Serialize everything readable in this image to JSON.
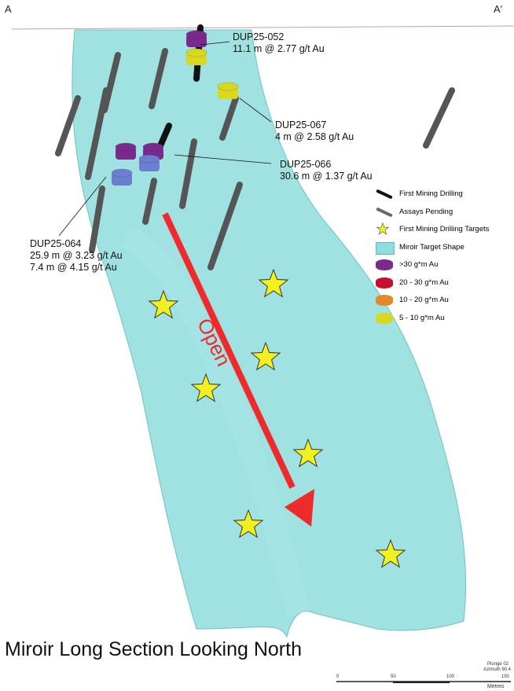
{
  "corners": {
    "left": "A",
    "right": "A′"
  },
  "title": "Miroir Long Section Looking North",
  "callouts": [
    {
      "hole": "DUP25-052",
      "lines": [
        "11.1 m @ 2.77 g/t Au"
      ]
    },
    {
      "hole": "DUP25-067",
      "lines": [
        "4 m @ 2.58 g/t Au"
      ]
    },
    {
      "hole": "DUP25-066",
      "lines": [
        "30.6 m @ 1.37 g/t Au"
      ]
    },
    {
      "hole": "DUP25-064",
      "lines": [
        "25.9 m @ 3.23 g/t Au",
        "7.4 m @ 4.15 g/t Au"
      ]
    }
  ],
  "arrow_label": "Open",
  "legend": [
    {
      "icon": "drill-hole-icon",
      "label": "First Mining Drilling"
    },
    {
      "icon": "pending-hole-icon",
      "label": "Assays Pending"
    },
    {
      "icon": "star-icon",
      "label": "First Mining Drilling Targets"
    },
    {
      "icon": "cube-icon",
      "label": "Miroir Target Shape"
    },
    {
      "icon": "disc-icon",
      "label": ">30 g*m Au",
      "color": "#7a2a8c"
    },
    {
      "icon": "disc-icon",
      "label": "20 - 30 g*m Au",
      "color": "#c8102e"
    },
    {
      "icon": "disc-icon",
      "label": "10 - 20 g*m Au",
      "color": "#e08a2a"
    },
    {
      "icon": "disc-icon",
      "label": "5 - 10 g*m Au",
      "color": "#d8d820"
    }
  ],
  "scale": {
    "ticks": [
      "0",
      "50",
      "100",
      "150"
    ],
    "unit": "Metres",
    "plunge": "Plunge 02",
    "azimuth": "Azimuth 90.4"
  },
  "colors": {
    "shape": "#8fdcdc",
    "arrow": "#ee2a2a",
    "star": "#f2f020"
  }
}
